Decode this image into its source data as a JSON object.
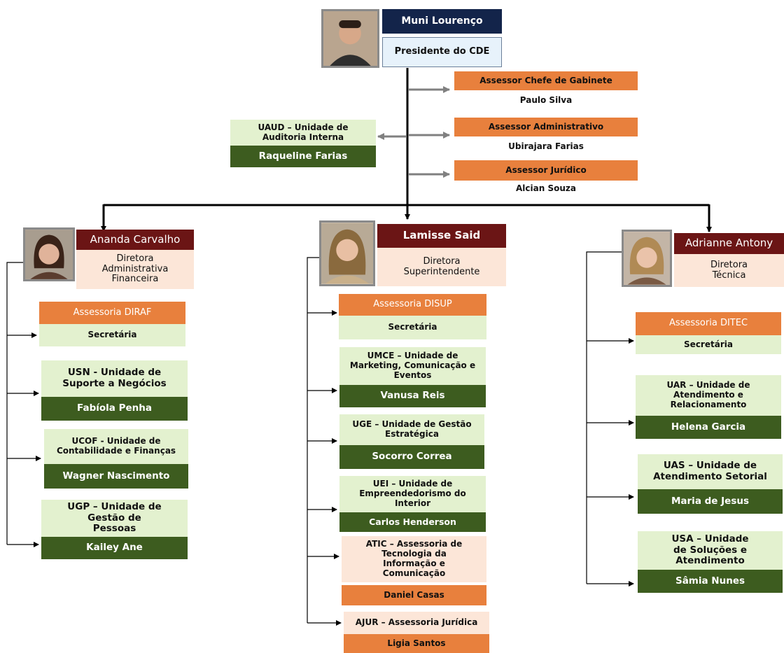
{
  "top": {
    "name": "Muni Lourenço",
    "role": "Presidente do CDE"
  },
  "advisors": [
    {
      "title": "Assessor Chefe de Gabinete",
      "name": "Paulo Silva"
    },
    {
      "title": "Assessor Administrativo",
      "name": "Ubirajara Farias"
    },
    {
      "title": "Assessor Jurídico",
      "name": "Alcian Souza"
    }
  ],
  "audit": {
    "title": "UAUD – Unidade de Auditoria Interna",
    "name": "Raqueline Farias"
  },
  "directors": {
    "left": {
      "name": "Ananda Carvalho",
      "role": "Diretora Administrativa Financeira",
      "assessoria": "Assessoria DIRAF",
      "secretaria": "Secretária",
      "units": [
        {
          "title": "USN - Unidade de Suporte a Negócios",
          "name": "Fabíola Penha"
        },
        {
          "title": "UCOF - Unidade de Contabilidade e Finanças",
          "name": "Wagner Nascimento"
        },
        {
          "title": "UGP – Unidade de Gestão de Pessoas",
          "name": "Kailey Ane"
        }
      ]
    },
    "center": {
      "name": "Lamisse Said",
      "role": "Diretora Superintendente",
      "assessoria": "Assessoria DISUP",
      "secretaria": "Secretária",
      "units": [
        {
          "title": "UMCE – Unidade de Marketing, Comunicação e Eventos",
          "name": "Vanusa Reis"
        },
        {
          "title": "UGE – Unidade de Gestão Estratégica",
          "name": "Socorro Correa"
        },
        {
          "title": "UEI – Unidade de Empreendedorismo do Interior",
          "name": "Carlos Henderson"
        },
        {
          "title": "ATIC – Assessoria de Tecnologia da Informação e Comunicação",
          "name": "Daniel Casas"
        },
        {
          "title": "AJUR – Assessoria Jurídica",
          "name": "Ligia Santos"
        }
      ]
    },
    "right": {
      "name": "Adrianne Antony",
      "role": "Diretora Técnica",
      "assessoria": "Assessoria DITEC",
      "secretaria": "Secretária",
      "units": [
        {
          "title": "UAR – Unidade de Atendimento e Relacionamento",
          "name": "Helena Garcia"
        },
        {
          "title": "UAS – Unidade de Atendimento Setorial",
          "name": "Maria de Jesus"
        },
        {
          "title": "USA – Unidade de Soluções e Atendimento",
          "name": "Sâmia Nunes"
        }
      ]
    }
  },
  "colors": {
    "navy": "#13244a",
    "maroon": "#6b1515",
    "orange": "#e8803d",
    "peach": "#fce6d8",
    "light_green": "#e3f1cf",
    "dark_green": "#3d5c1f",
    "connector_gray": "#808080",
    "connector_black": "#000000"
  }
}
